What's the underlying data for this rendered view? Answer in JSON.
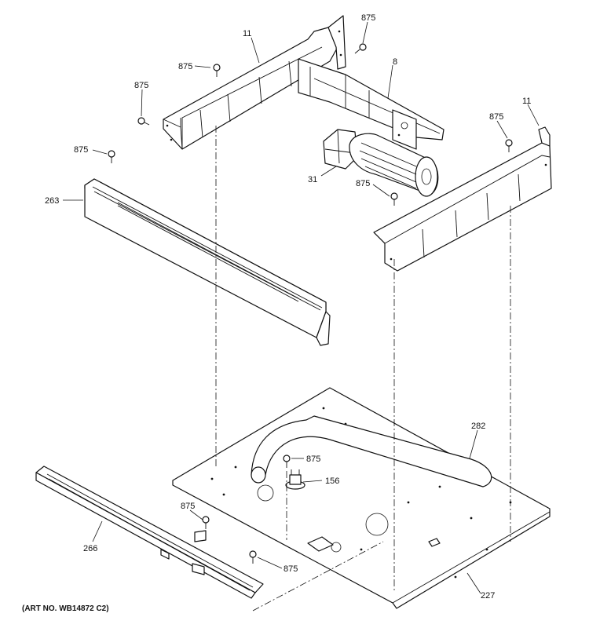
{
  "labels": {
    "p11_left": "11",
    "p875_top_right": "875",
    "p875_top_left": "875",
    "p8": "8",
    "p875_left": "875",
    "p11_right": "11",
    "p875_right": "875",
    "p875_panel": "875",
    "p31": "31",
    "p875_fan": "875",
    "p263": "263",
    "p282": "282",
    "p875_floor": "875",
    "p156": "156",
    "p875_mid": "875",
    "p266": "266",
    "p875_bottom": "875",
    "p227": "227"
  },
  "art_number": "(ART NO. WB14872 C2)"
}
